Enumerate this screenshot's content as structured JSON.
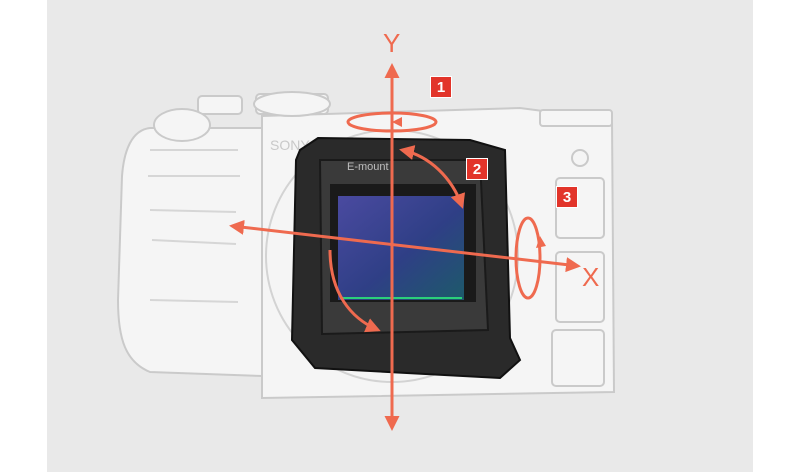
{
  "axes": {
    "y_label": "Y",
    "x_label": "X"
  },
  "badges": [
    "1",
    "2",
    "3"
  ],
  "mount_text": "E-mount",
  "brand_text": "SONY",
  "colors": {
    "arrow": "#ef6a4f",
    "badge": "#e2342a",
    "background": "#e9e9e9",
    "sensor_top": "#3f3d8a",
    "sensor_bottom": "#1f5266",
    "sensor_edge": "#2bd07a"
  }
}
